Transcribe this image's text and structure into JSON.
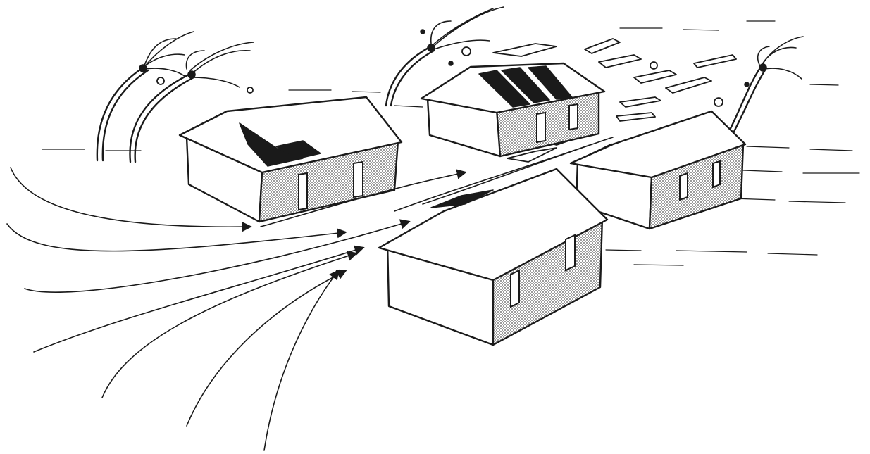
{
  "illustration": {
    "houses": [
      {
        "name": "house-left",
        "roof_state": "damaged"
      },
      {
        "name": "house-back",
        "roof_state": "damaged"
      },
      {
        "name": "house-right",
        "roof_state": "intact"
      },
      {
        "name": "house-front",
        "roof_state": "damaged"
      }
    ],
    "trees": [
      "palm-tree-left-1",
      "palm-tree-left-2",
      "palm-tree-center",
      "palm-tree-right"
    ],
    "wind_arrow_count": 8,
    "colors": {
      "ink": "#1a1a1a",
      "background": "#ffffff",
      "shading": "#8a8a8a"
    }
  }
}
